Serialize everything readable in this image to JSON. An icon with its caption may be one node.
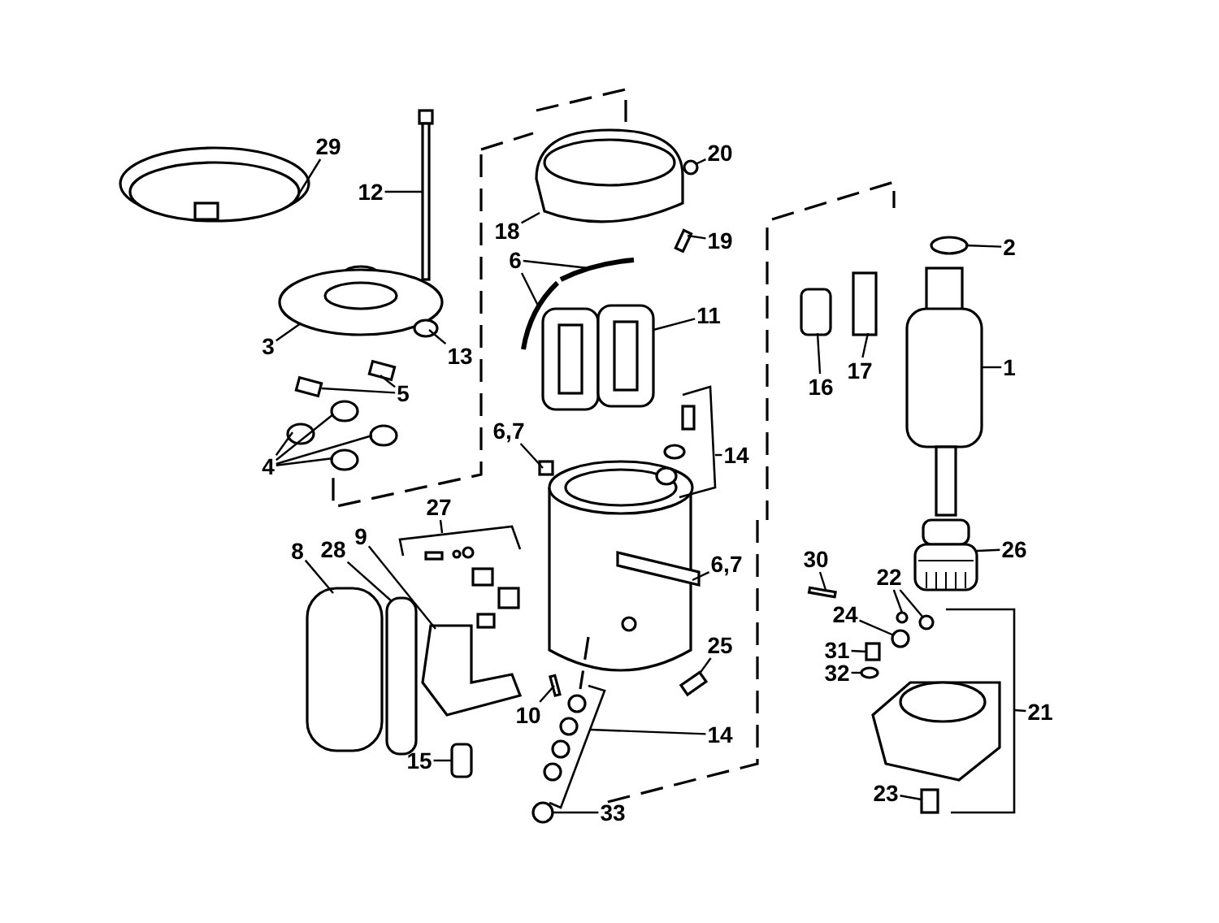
{
  "diagram": {
    "nodes": [
      {
        "text": [
          "29"
        ]
      },
      {
        "text": [
          "12"
        ]
      },
      {
        "text": [
          "20"
        ]
      },
      {
        "text": [
          "2"
        ]
      },
      {
        "text": [
          "18"
        ]
      },
      {
        "text": [
          "19"
        ]
      },
      {
        "text": [
          "3"
        ]
      },
      {
        "text": [
          "13"
        ]
      },
      {
        "text": [
          "6"
        ]
      },
      {
        "text": [
          "11"
        ]
      },
      {
        "text": [
          "16"
        ]
      },
      {
        "text": [
          "17"
        ]
      },
      {
        "text": [
          "1"
        ]
      },
      {
        "text": [
          "5"
        ]
      },
      {
        "text": [
          "4"
        ]
      },
      {
        "text": [
          "6,7"
        ]
      },
      {
        "text": [
          "14"
        ]
      },
      {
        "text": [
          "27"
        ]
      },
      {
        "text": [
          "8"
        ]
      },
      {
        "text": [
          "28"
        ]
      },
      {
        "text": [
          "9"
        ]
      },
      {
        "text": [
          "26"
        ]
      },
      {
        "text": [
          "30"
        ]
      },
      {
        "text": [
          "6,7"
        ]
      },
      {
        "text": [
          "22"
        ]
      },
      {
        "text": [
          "24"
        ]
      },
      {
        "text": [
          "31"
        ]
      },
      {
        "text": [
          "25"
        ]
      },
      {
        "text": [
          "32"
        ]
      },
      {
        "text": [
          "21"
        ]
      },
      {
        "text": [
          "10"
        ]
      },
      {
        "text": [
          "14"
        ]
      },
      {
        "text": [
          "15"
        ]
      },
      {
        "text": [
          "23"
        ]
      },
      {
        "text": [
          "33"
        ]
      },
      {
        "text": [],
        "shape": "picture"
      },
      {
        "text": [],
        "shape": "picture"
      },
      {
        "text": [],
        "shape": "circle"
      },
      {
        "text": [],
        "shape": "circle"
      },
      {
        "text": [],
        "shape": "picture"
      },
      {
        "text": [],
        "shape": "box"
      },
      {
        "text": [],
        "shape": "picture"
      },
      {
        "text": [],
        "shape": "circle"
      },
      {
        "text": [],
        "shape": "picture"
      },
      {
        "text": [],
        "shape": "picture"
      },
      {
        "text": [],
        "shape": "picture"
      },
      {
        "text": [],
        "shape": "box"
      },
      {
        "text": [],
        "shape": "box"
      },
      {
        "text": [],
        "shape": "picture"
      },
      {
        "text": [],
        "shape": "box"
      },
      {
        "text": [],
        "shape": "box"
      },
      {
        "text": [],
        "shape": "circle"
      },
      {
        "text": [],
        "shape": "circle"
      },
      {
        "text": [],
        "shape": "circle"
      },
      {
        "text": [],
        "shape": "circle"
      },
      {
        "text": [],
        "shape": "box"
      },
      {
        "text": [],
        "shape": "bracket"
      },
      {
        "text": [],
        "shape": "bracket"
      },
      {
        "text": [],
        "shape": "box"
      },
      {
        "text": [],
        "shape": "box"
      },
      {
        "text": [],
        "shape": "picture"
      },
      {
        "text": [],
        "shape": "picture"
      },
      {
        "text": [],
        "shape": "box"
      },
      {
        "text": [],
        "shape": "box"
      },
      {
        "text": [],
        "shape": "circle"
      },
      {
        "text": [],
        "shape": "circle"
      },
      {
        "text": [],
        "shape": "circle"
      },
      {
        "text": [],
        "shape": "box"
      },
      {
        "text": [],
        "shape": "box"
      },
      {
        "text": [],
        "shape": "circle"
      },
      {
        "text": [],
        "shape": "bracket"
      },
      {
        "text": [],
        "shape": "box"
      },
      {
        "text": [],
        "shape": "bracket"
      },
      {
        "text": [],
        "shape": "box"
      },
      {
        "text": [],
        "shape": "box"
      },
      {
        "text": [],
        "shape": "circle"
      }
    ],
    "edges": [
      {
        "from": 0,
        "to": 35,
        "arrow": "none"
      },
      {
        "from": 1,
        "to": 36,
        "arrow": "none"
      },
      {
        "from": 2,
        "to": 37,
        "arrow": "none"
      },
      {
        "from": 3,
        "to": 38,
        "arrow": "none"
      },
      {
        "from": 4,
        "to": 39,
        "arrow": "none"
      },
      {
        "from": 5,
        "to": 40,
        "arrow": "none"
      },
      {
        "from": 6,
        "to": 41,
        "arrow": "none"
      },
      {
        "from": 7,
        "to": 42,
        "arrow": "none"
      },
      {
        "from": 8,
        "to": 43,
        "arrow": "none"
      },
      {
        "from": 8,
        "to": 44,
        "arrow": "none"
      },
      {
        "from": 9,
        "to": 45,
        "arrow": "none"
      },
      {
        "from": 10,
        "to": 46,
        "arrow": "none"
      },
      {
        "from": 11,
        "to": 47,
        "arrow": "none"
      },
      {
        "from": 12,
        "to": 48,
        "arrow": "none"
      },
      {
        "from": 13,
        "to": 49,
        "arrow": "none"
      },
      {
        "from": 13,
        "to": 50,
        "arrow": "none"
      },
      {
        "from": 14,
        "to": 51,
        "arrow": "none"
      },
      {
        "from": 14,
        "to": 52,
        "arrow": "none"
      },
      {
        "from": 14,
        "to": 53,
        "arrow": "none"
      },
      {
        "from": 14,
        "to": 54,
        "arrow": "none"
      },
      {
        "from": 15,
        "to": 55,
        "arrow": "none"
      },
      {
        "from": 16,
        "to": 56,
        "arrow": "none"
      },
      {
        "from": 17,
        "to": 57,
        "arrow": "none"
      },
      {
        "from": 18,
        "to": 58,
        "arrow": "none"
      },
      {
        "from": 19,
        "to": 59,
        "arrow": "none"
      },
      {
        "from": 20,
        "to": 60,
        "arrow": "none"
      },
      {
        "from": 21,
        "to": 61,
        "arrow": "none"
      },
      {
        "from": 22,
        "to": 62,
        "arrow": "none"
      },
      {
        "from": 23,
        "to": 63,
        "arrow": "none"
      },
      {
        "from": 24,
        "to": 64,
        "arrow": "none"
      },
      {
        "from": 24,
        "to": 65,
        "arrow": "none"
      },
      {
        "from": 25,
        "to": 66,
        "arrow": "none"
      },
      {
        "from": 26,
        "to": 67,
        "arrow": "none"
      },
      {
        "from": 27,
        "to": 68,
        "arrow": "none"
      },
      {
        "from": 28,
        "to": 69,
        "arrow": "none"
      },
      {
        "from": 29,
        "to": 70,
        "arrow": "none"
      },
      {
        "from": 30,
        "to": 71,
        "arrow": "none"
      },
      {
        "from": 31,
        "to": 72,
        "arrow": "none"
      },
      {
        "from": 32,
        "to": 73,
        "arrow": "none"
      },
      {
        "from": 33,
        "to": 74,
        "arrow": "none"
      },
      {
        "from": 34,
        "to": 75,
        "arrow": "none"
      }
    ]
  }
}
